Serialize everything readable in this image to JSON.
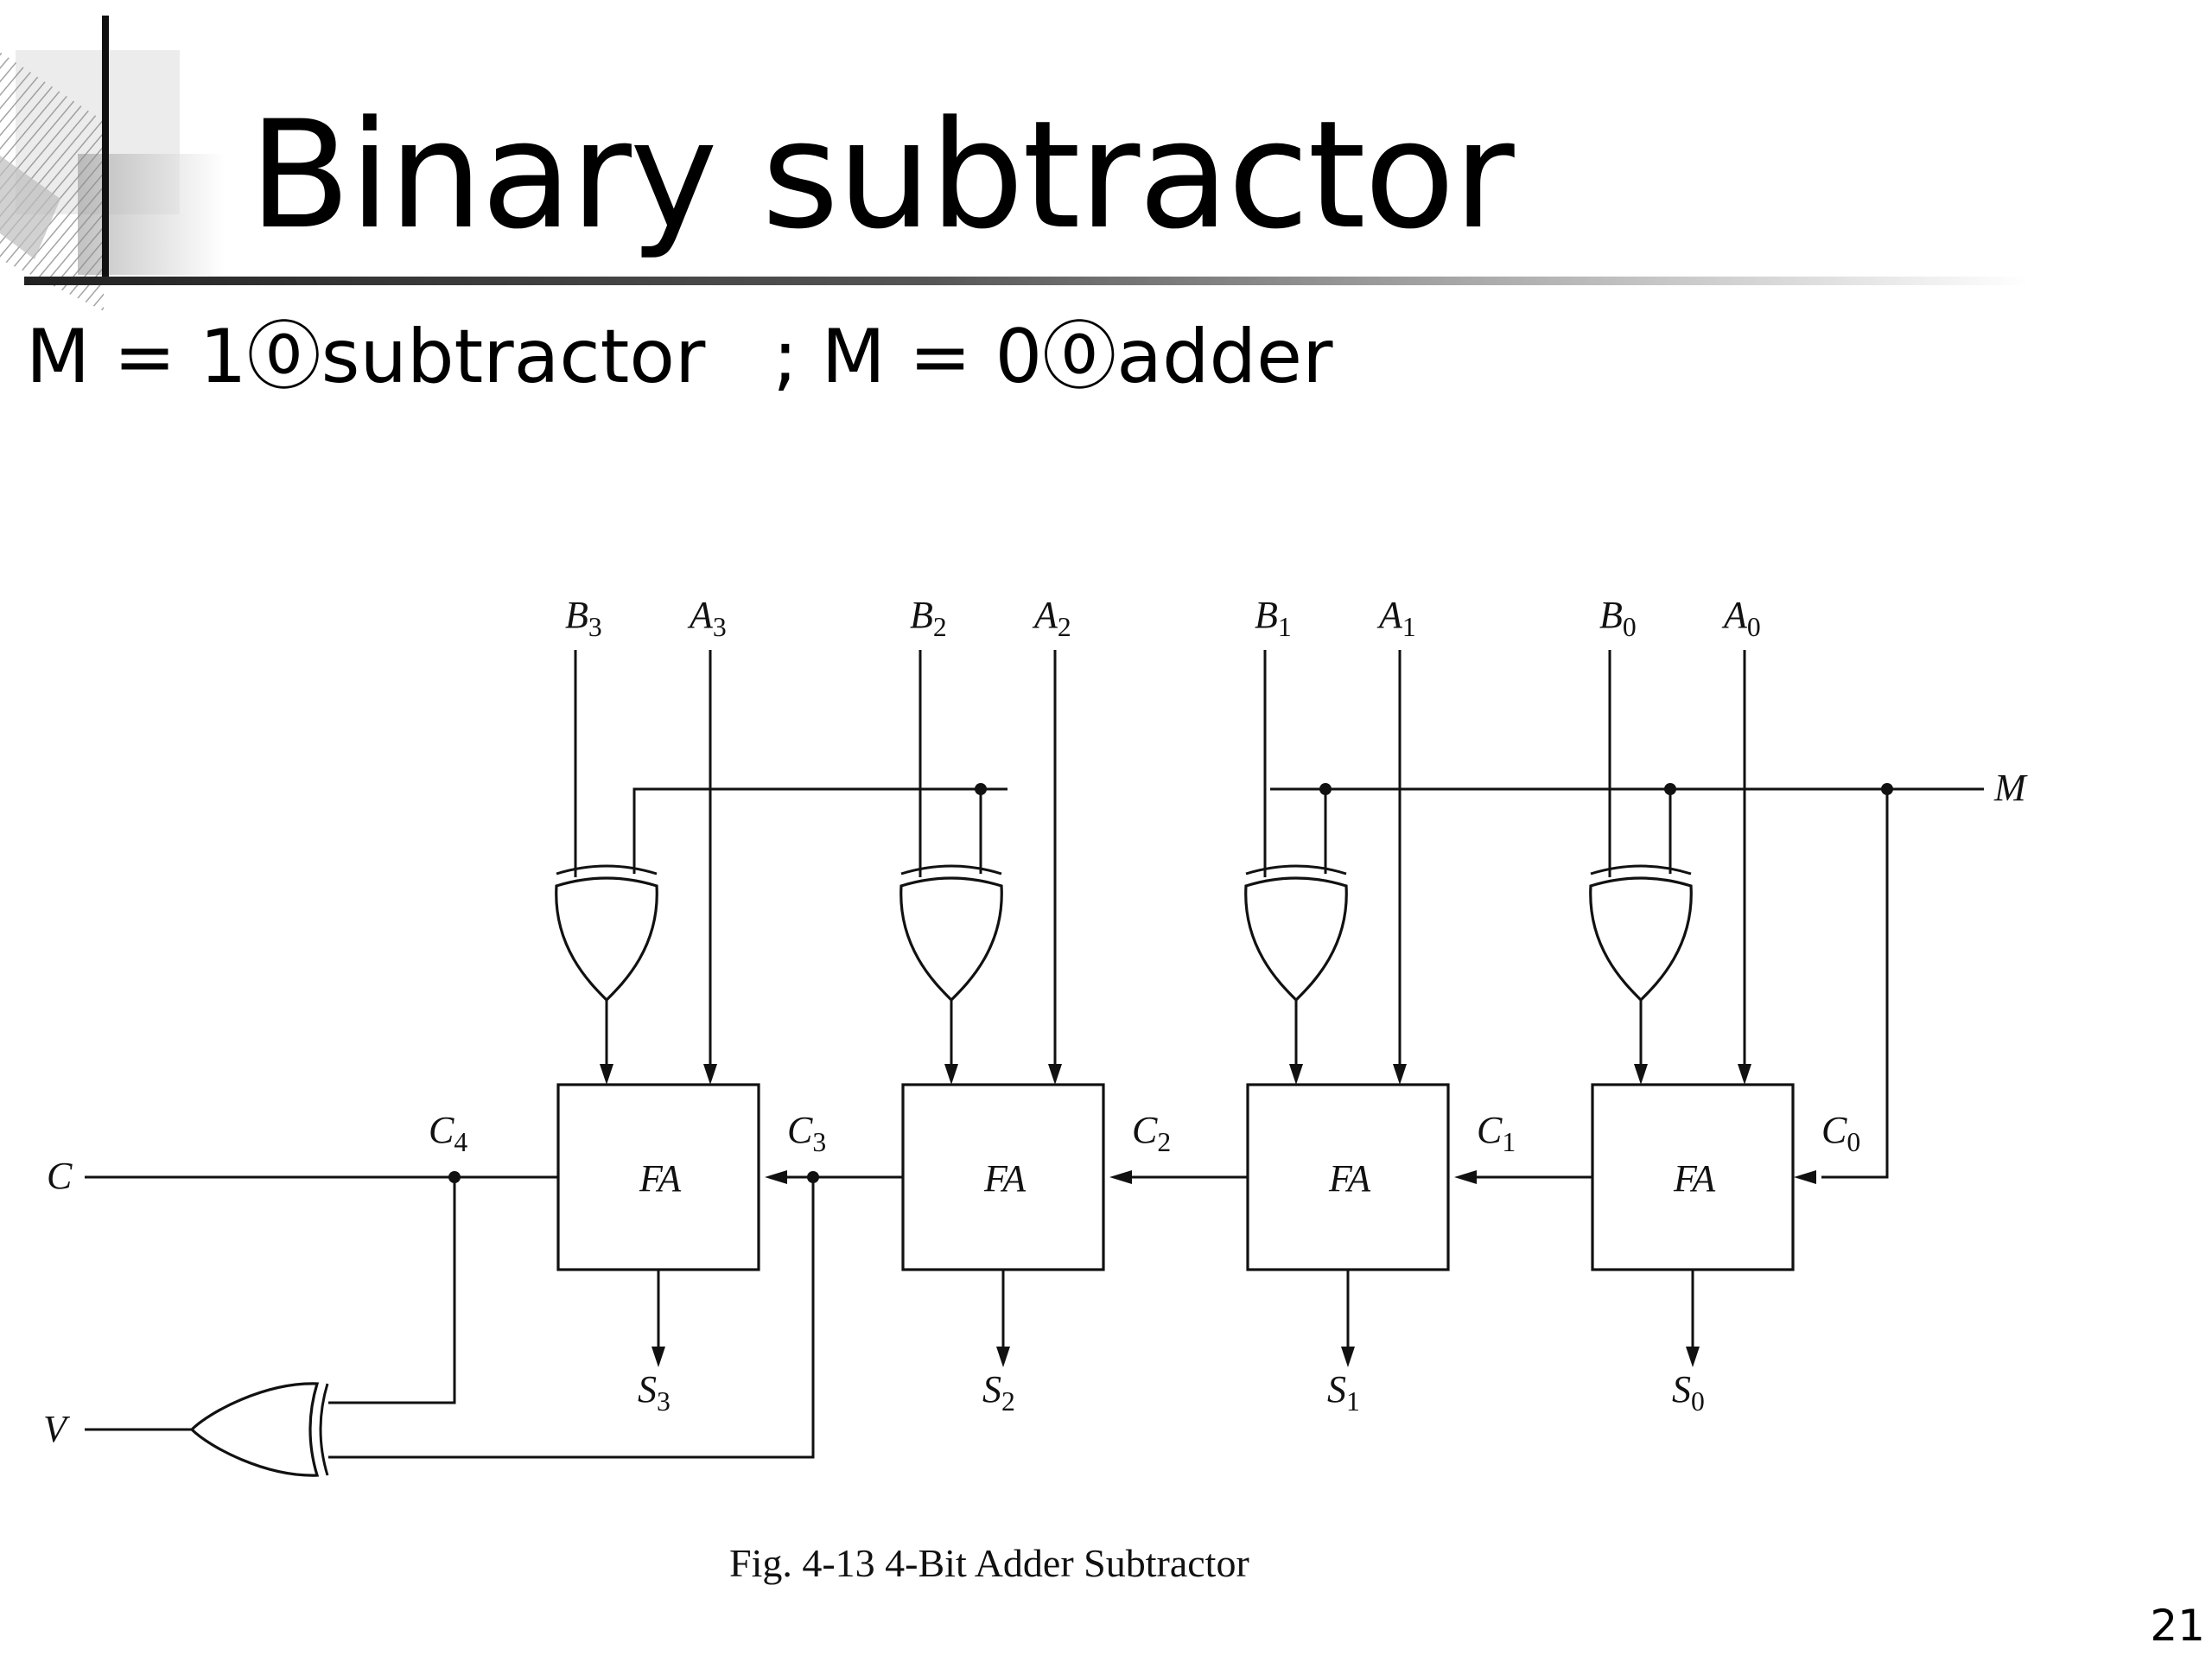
{
  "slide": {
    "title": "Binary subtractor",
    "subtitle_left": "M = 1⓪subtractor",
    "subtitle_right": "; M = 0⓪adder",
    "page_number": "21"
  },
  "diagram": {
    "caption": "Fig. 4-13  4-Bit Adder Subtractor",
    "mode_input_label": "M",
    "carry_out_label": "C",
    "overflow_label": "V",
    "block_label": "FA",
    "stages": [
      {
        "b": "B",
        "b_sub": "3",
        "a": "A",
        "a_sub": "3",
        "s": "S",
        "s_sub": "3",
        "cin": "C",
        "cin_sub": "3",
        "cout": "C",
        "cout_sub": "4"
      },
      {
        "b": "B",
        "b_sub": "2",
        "a": "A",
        "a_sub": "2",
        "s": "S",
        "s_sub": "2",
        "cin": "C",
        "cin_sub": "2",
        "cout": "C",
        "cout_sub": "3"
      },
      {
        "b": "B",
        "b_sub": "1",
        "a": "A",
        "a_sub": "1",
        "s": "S",
        "s_sub": "1",
        "cin": "C",
        "cin_sub": "1",
        "cout": "C",
        "cout_sub": "2"
      },
      {
        "b": "B",
        "b_sub": "0",
        "a": "A",
        "a_sub": "0",
        "s": "S",
        "s_sub": "0",
        "cin": "C",
        "cin_sub": "0",
        "cout": "C",
        "cout_sub": "1"
      }
    ]
  }
}
